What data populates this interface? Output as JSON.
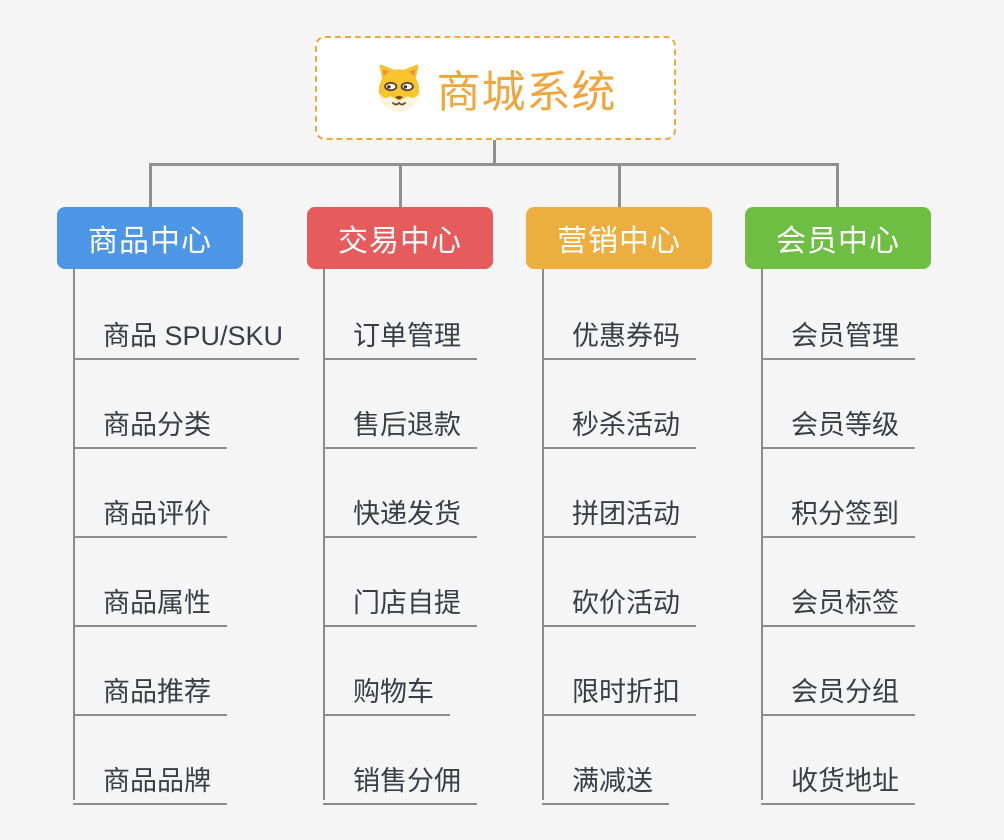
{
  "canvas": {
    "background": "#F5F5F5",
    "connector_color": "#909090",
    "child_line_color": "#8C8C8C",
    "child_text_color": "#3A3E44"
  },
  "root": {
    "title": "商城系统",
    "icon": "dog-face",
    "accent_color": "#F0A63C",
    "border_color": "#F2A93B"
  },
  "branches": [
    {
      "label": "商品中心",
      "color": "#4D96E5",
      "children": [
        "商品 SPU/SKU",
        "商品分类",
        "商品评价",
        "商品属性",
        "商品推荐",
        "商品品牌"
      ]
    },
    {
      "label": "交易中心",
      "color": "#E65C5C",
      "children": [
        "订单管理",
        "售后退款",
        "快递发货",
        "门店自提",
        "购物车",
        "销售分佣"
      ]
    },
    {
      "label": "营销中心",
      "color": "#EBAE3F",
      "children": [
        "优惠券码",
        "秒杀活动",
        "拼团活动",
        "砍价活动",
        "限时折扣",
        "满减送"
      ]
    },
    {
      "label": "会员中心",
      "color": "#6FBE44",
      "children": [
        "会员管理",
        "会员等级",
        "积分签到",
        "会员标签",
        "会员分组",
        "收货地址"
      ]
    }
  ]
}
